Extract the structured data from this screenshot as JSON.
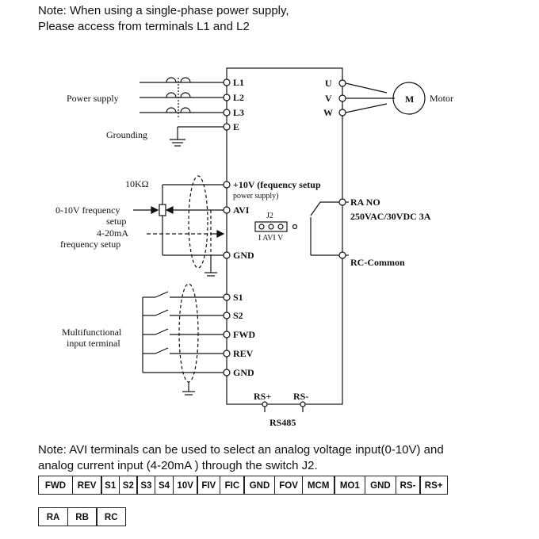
{
  "top_note": {
    "line1": "Note: When using a single-phase power supply,",
    "line2": "Please access from terminals L1 and L2"
  },
  "diagram": {
    "labels": {
      "power_supply": "Power supply",
      "grounding": "Grounding",
      "resistor": "10KΩ",
      "freq_0_10v_line1": "0-10V frequency",
      "freq_0_10v_line2": "setup",
      "freq_4_20ma_line1": "4-20mA",
      "freq_4_20ma_line2": "frequency setup",
      "multifunctional_line1": "Multifunctional",
      "multifunctional_line2": "input terminal",
      "motor_symbol": "M",
      "motor": "Motor",
      "ra_no": "RA NO",
      "relay_rating": "250VAC/30VDC 3A",
      "rc_common": "RC-Common",
      "j2": "J2",
      "j2_positions": "I  AVI  V",
      "rs485": "RS485"
    },
    "terminals": {
      "l1": "L1",
      "l2": "L2",
      "l3": "L3",
      "e": "E",
      "u": "U",
      "v": "V",
      "w": "W",
      "plus10v_line1": "+10V (fequency setup",
      "plus10v_line2": "power supply)",
      "avi": "AVI",
      "gnd1": "GND",
      "s1": "S1",
      "s2": "S2",
      "fwd": "FWD",
      "rev": "REV",
      "gnd2": "GND",
      "rs_plus": "RS+",
      "rs_minus": "RS-"
    }
  },
  "bottom_note": {
    "line1": "Note: AVI terminals can be used to select an analog voltage input(0-10V) and",
    "line2": "analog current input (4-20mA ) through the switch J2."
  },
  "terminal_table": {
    "row1": [
      "FWD",
      "REV",
      "S1",
      "S2",
      "S3",
      "S4",
      "10V",
      "FIV",
      "FIC",
      "GND",
      "FOV",
      "MCM",
      "MO1",
      "GND",
      "RS-",
      "RS+"
    ],
    "row2": [
      "RA",
      "RB",
      "RC"
    ]
  }
}
